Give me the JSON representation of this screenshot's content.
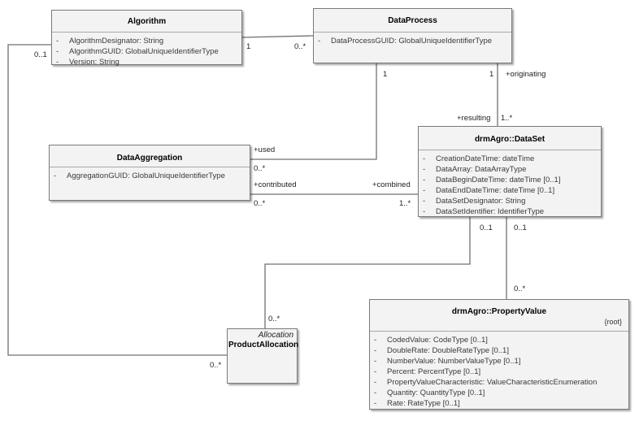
{
  "classes": {
    "algorithm": {
      "name": "Algorithm",
      "attributes": [
        "AlgorithmDesignator: String",
        "AlgorithmGUID: GlobalUniqueIdentifierType",
        "Version: String"
      ]
    },
    "dataprocess": {
      "name": "DataProcess",
      "attributes": [
        "DataProcessGUID: GlobalUniqueIdentifierType"
      ]
    },
    "dataaggregation": {
      "name": "DataAggregation",
      "attributes": [
        "AggregationGUID: GlobalUniqueIdentifierType"
      ]
    },
    "dataset": {
      "name": "drmAgro::DataSet",
      "attributes": [
        "CreationDateTime: dateTime",
        "DataArray: DataArrayType",
        "DataBeginDateTime: dateTime [0..1]",
        "DataEndDateTime: dateTime [0..1]",
        "DataSetDesignator: String",
        "DataSetIdentifier: IdentifierType"
      ]
    },
    "propertyvalue": {
      "name": "drmAgro::PropertyValue",
      "stereotype": "{root}",
      "attributes": [
        "CodedValue: CodeType [0..1]",
        "DoubleRate: DoubleRateType [0..1]",
        "NumberValue: NumberValueType [0..1]",
        "Percent: PercentType [0..1]",
        "PropertyValueCharacteristic: ValueCharacteristicEnumeration",
        "Quantity: QuantityType [0..1]",
        "Rate: RateType [0..1]"
      ]
    },
    "productallocation": {
      "parent": "Allocation",
      "name": "ProductAllocation"
    }
  },
  "labels": {
    "alg_dp_1": "1",
    "alg_dp_many": "0..*",
    "alg_pa_01": "0..1",
    "dp_dagg_1": "1",
    "dp_ds_1": "1",
    "originating": "+originating",
    "resulting": "+resulting",
    "resulting_mult": "1..*",
    "used": "+used",
    "used_mult": "0..*",
    "contributed": "+contributed",
    "contributed_mult": "0..*",
    "combined": "+combined",
    "combined_mult": "1..*",
    "ds_pa_01": "0..1",
    "ds_pv_01": "0..1",
    "pv_many": "0..*",
    "pa_ds_many": "0..*",
    "pa_alg_many": "0..*"
  },
  "colors": {
    "line": "#707070",
    "box_fill": "#f3f3f3",
    "box_border": "#7a7a7a"
  }
}
